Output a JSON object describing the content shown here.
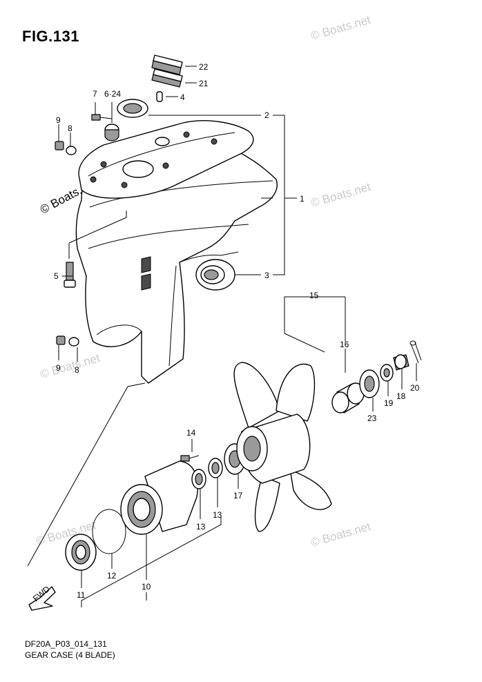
{
  "figure": {
    "title": "FIG.131",
    "code": "DF20A_P03_014_131",
    "name": "GEAR CASE (4 BLADE)"
  },
  "watermark": "© Boats.net",
  "fwd_label": "FWD",
  "callouts": {
    "p1": "1",
    "p2": "2",
    "p3": "3",
    "p4": "4",
    "p5": "5",
    "p6_24": "6·24",
    "p7": "7",
    "p8_top": "8",
    "p8_bottom": "8",
    "p9_top": "9",
    "p9_bottom": "9",
    "p10": "10",
    "p11": "11",
    "p12": "12",
    "p13_a": "13",
    "p13_b": "13",
    "p14": "14",
    "p15": "15",
    "p16": "16",
    "p17": "17",
    "p18": "18",
    "p19": "19",
    "p20": "20",
    "p21": "21",
    "p22": "22",
    "p23": "23"
  }
}
